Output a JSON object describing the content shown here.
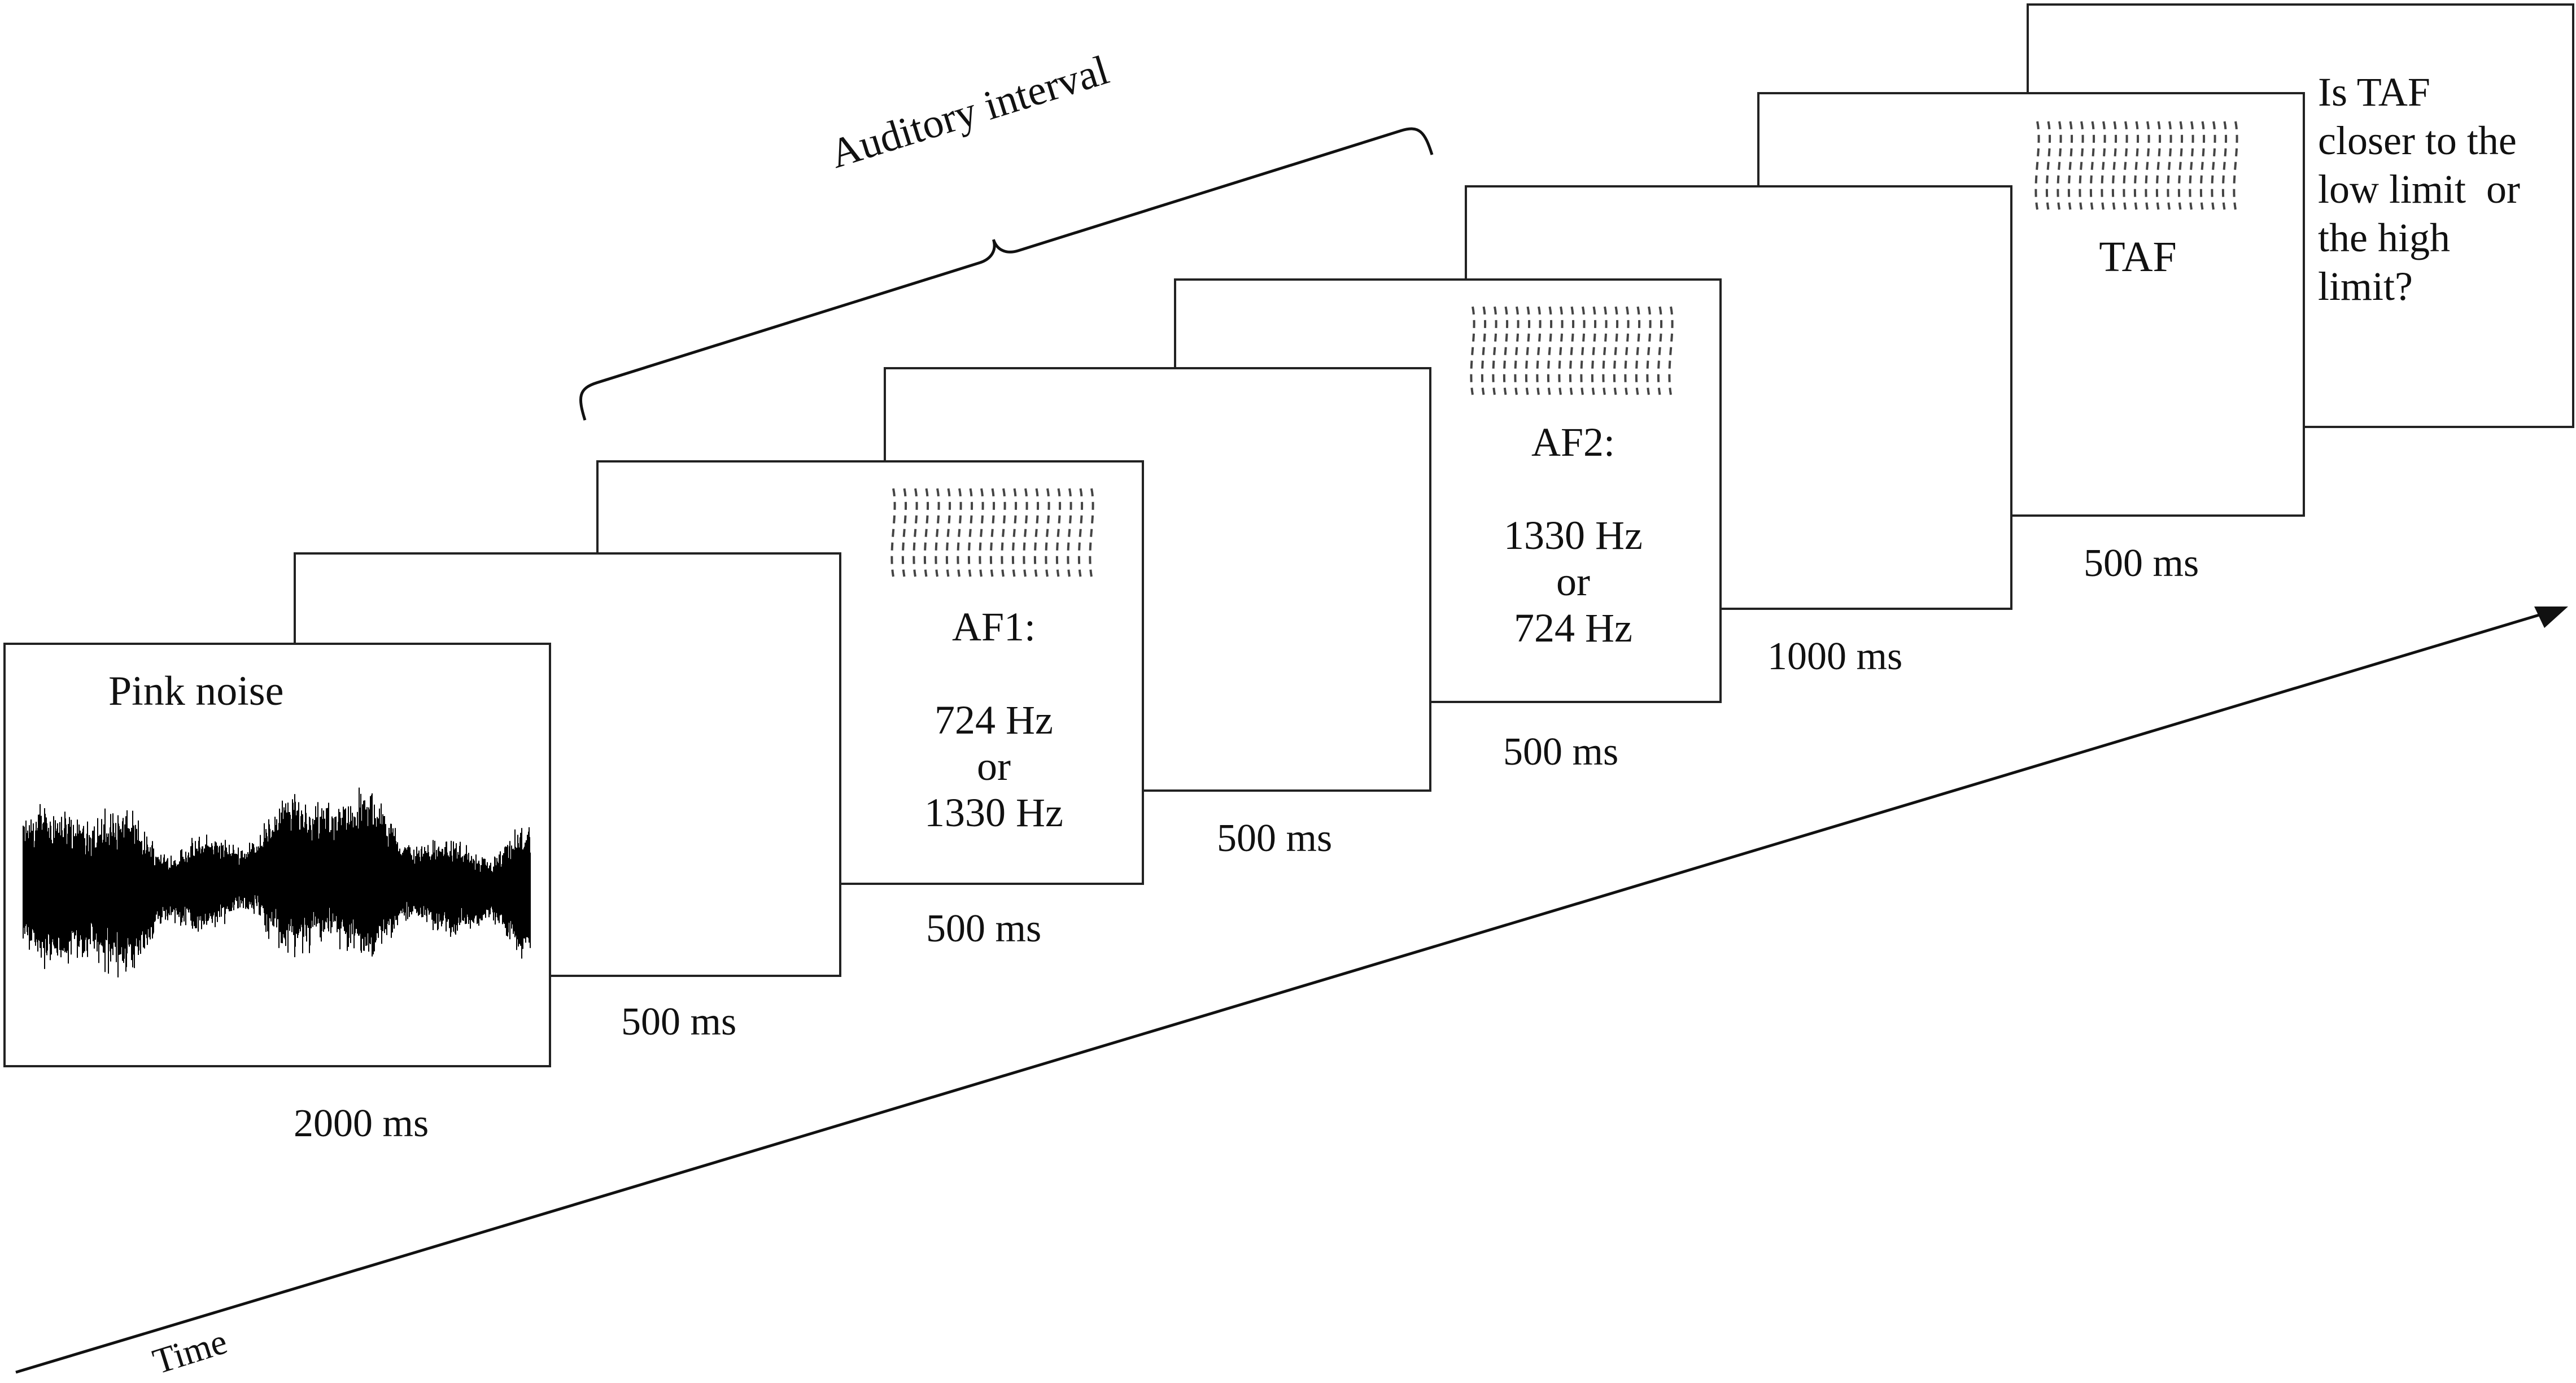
{
  "labels": {
    "auditory_interval": "Auditory interval",
    "time": "Time"
  },
  "frames": {
    "pink_noise": {
      "title": "Pink noise",
      "duration": "2000 ms"
    },
    "blank1": {
      "duration": "500 ms"
    },
    "af1": {
      "title": "AF1:",
      "line1": "724 Hz",
      "line2": "or",
      "line3": "1330 Hz",
      "duration": "500 ms"
    },
    "blank2": {
      "duration": "500 ms"
    },
    "af2": {
      "title": "AF2:",
      "line1": "1330 Hz",
      "line2": "or",
      "line3": "724 Hz",
      "duration": "500 ms"
    },
    "blank3": {
      "duration": "1000 ms"
    },
    "taf": {
      "title": "TAF",
      "duration": "500 ms"
    },
    "question": {
      "line1": "Is TAF",
      "line2": "closer to the",
      "line3": "low limit  or",
      "line4": "the high",
      "line5": "limit?"
    }
  },
  "colors": {
    "stroke": "#222222",
    "text": "#111111",
    "background": "#ffffff"
  },
  "icons": {
    "noise_waveform": "waveform-icon",
    "auditory_stimulus": "wave-pattern-icon",
    "timeline_arrow": "arrow-right-icon"
  }
}
